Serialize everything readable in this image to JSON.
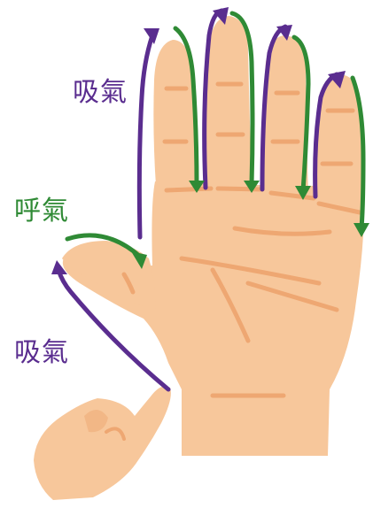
{
  "labels": {
    "inhale_top": "吸氣",
    "exhale": "呼氣",
    "inhale_bottom": "吸氣"
  },
  "colors": {
    "inhale": "#5a2d8f",
    "exhale": "#2f8a35",
    "skin": "#f7c79b",
    "skin_line": "#eea772"
  },
  "icons": {
    "hand": "open-hand-palm-icon",
    "pointer": "pointing-finger-hand-icon"
  }
}
